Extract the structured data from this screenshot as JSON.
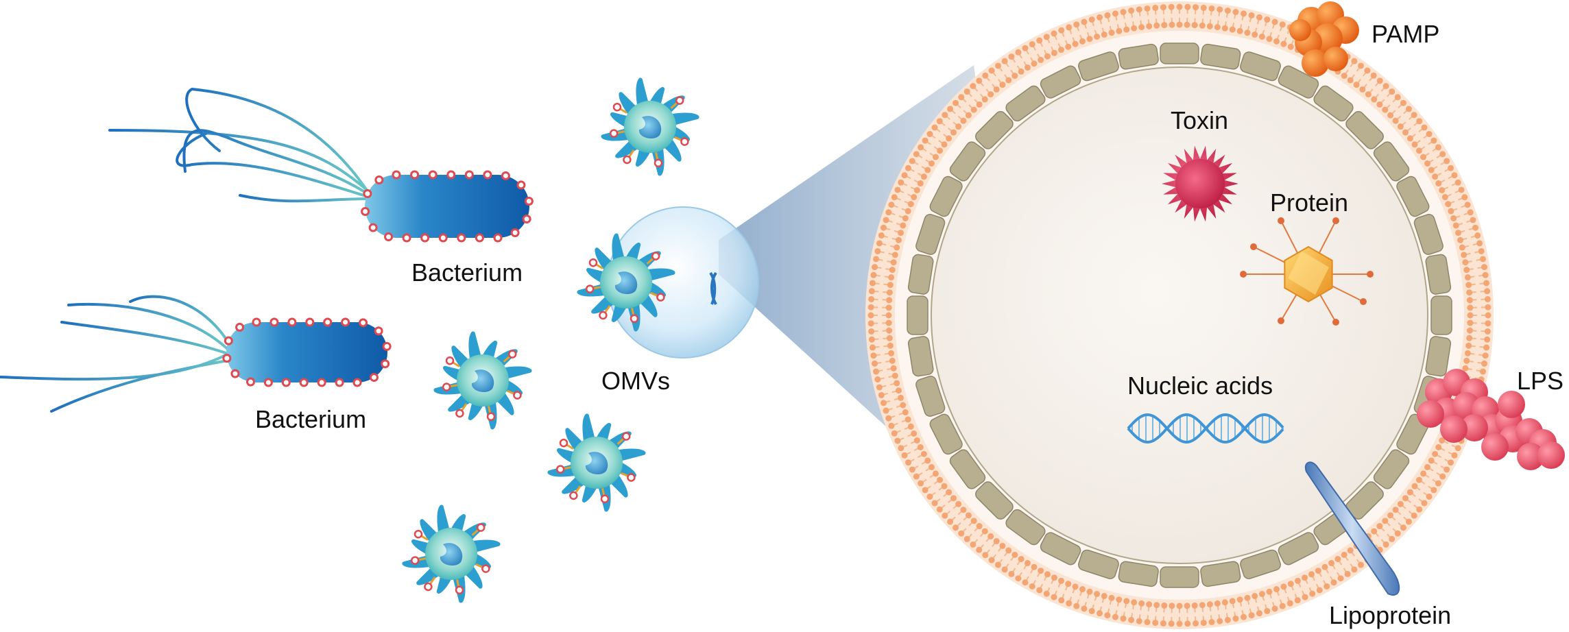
{
  "labels": {
    "bacterium_top": "Bacterium",
    "bacterium_bottom": "Bacterium",
    "omvs": "OMVs",
    "pamp": "PAMP",
    "toxin": "Toxin",
    "protein": "Protein",
    "nucleic_acids": "Nucleic acids",
    "lps": "LPS",
    "lipoprotein": "Lipoprotein"
  },
  "colors": {
    "bacterium_body": "#1f6fb8",
    "flagella": "#2a7dc4",
    "surface_dots": "#e0494f",
    "cell": "#3fb8c0",
    "vesicle": "#cfe7f7",
    "membrane": "#f0b080",
    "wall_segment": "#b8ae90",
    "lumen": "#f4efe9",
    "pamp": "#f07a1e",
    "toxin": "#d8345a",
    "protein": "#f4b63a",
    "dna": "#3f95d6",
    "lps": "#e8566a",
    "lipoprotein": "#6b95c8"
  },
  "icons": [
    "bacterium-icon",
    "immune-cell-icon",
    "vesicle-icon",
    "pamp-icon",
    "toxin-icon",
    "protein-icon",
    "dna-icon",
    "lps-icon",
    "lipoprotein-icon"
  ]
}
